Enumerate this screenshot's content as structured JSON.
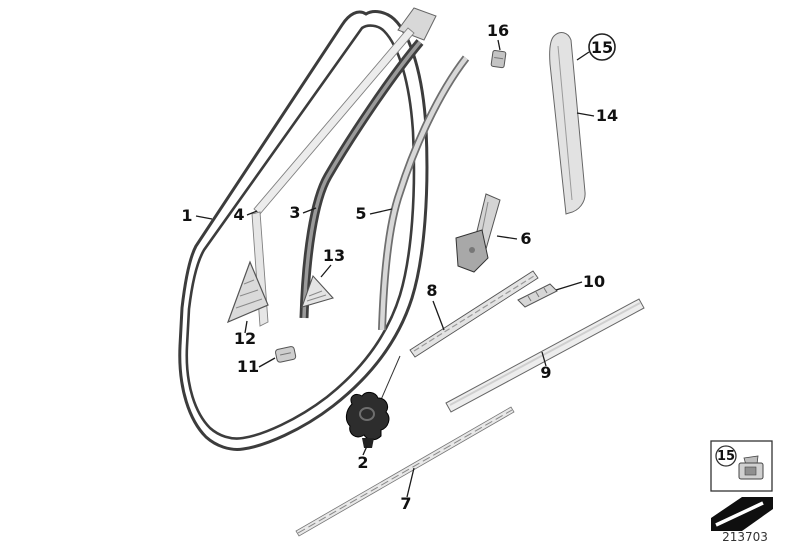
{
  "callouts": {
    "n1": "1",
    "n2": "2",
    "n3": "3",
    "n4": "4",
    "n5": "5",
    "n6": "6",
    "n7": "7",
    "n8": "8",
    "n9": "9",
    "n10": "10",
    "n11": "11",
    "n12": "12",
    "n13": "13",
    "n14": "14",
    "n15": "15",
    "n16": "16"
  },
  "legend": {
    "badge": "15"
  },
  "footer": {
    "doc_number": "213703"
  },
  "colors": {
    "seal": "#3c3c3c",
    "chrome_trim": "#e8e8e8",
    "dark_rubber": "#4a4a4a",
    "black_part": "#2d2d2d",
    "leader_line": "#1a1a1a"
  }
}
